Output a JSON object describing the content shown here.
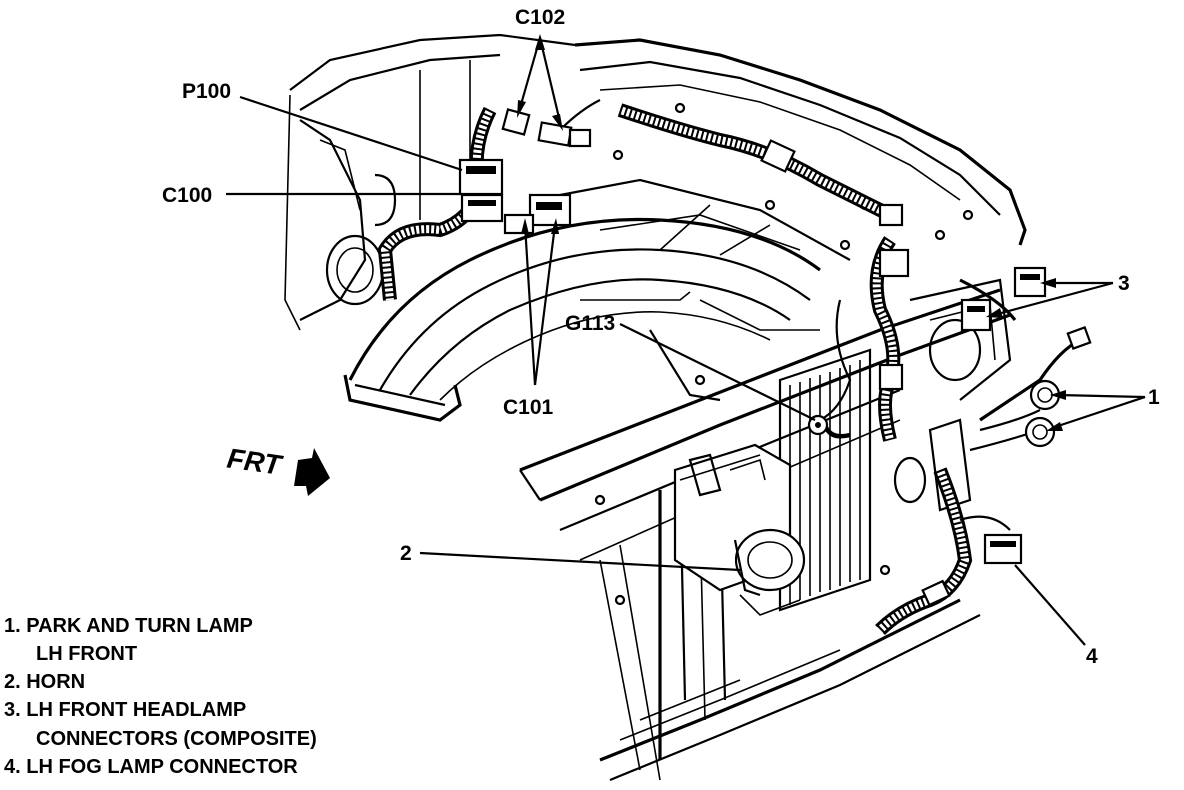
{
  "callouts": {
    "c102": "C102",
    "p100": "P100",
    "c100": "C100",
    "g113": "G113",
    "c101": "C101",
    "n1": "1",
    "n2": "2",
    "n3": "3",
    "n4": "4",
    "frt": "FRT"
  },
  "legend": {
    "item1_line1": "1. PARK AND TURN LAMP",
    "item1_line2": "LH FRONT",
    "item2": "2. HORN",
    "item3_line1": "3. LH FRONT HEADLAMP",
    "item3_line2": "CONNECTORS (COMPOSITE)",
    "item4": "4. LH FOG LAMP CONNECTOR"
  }
}
